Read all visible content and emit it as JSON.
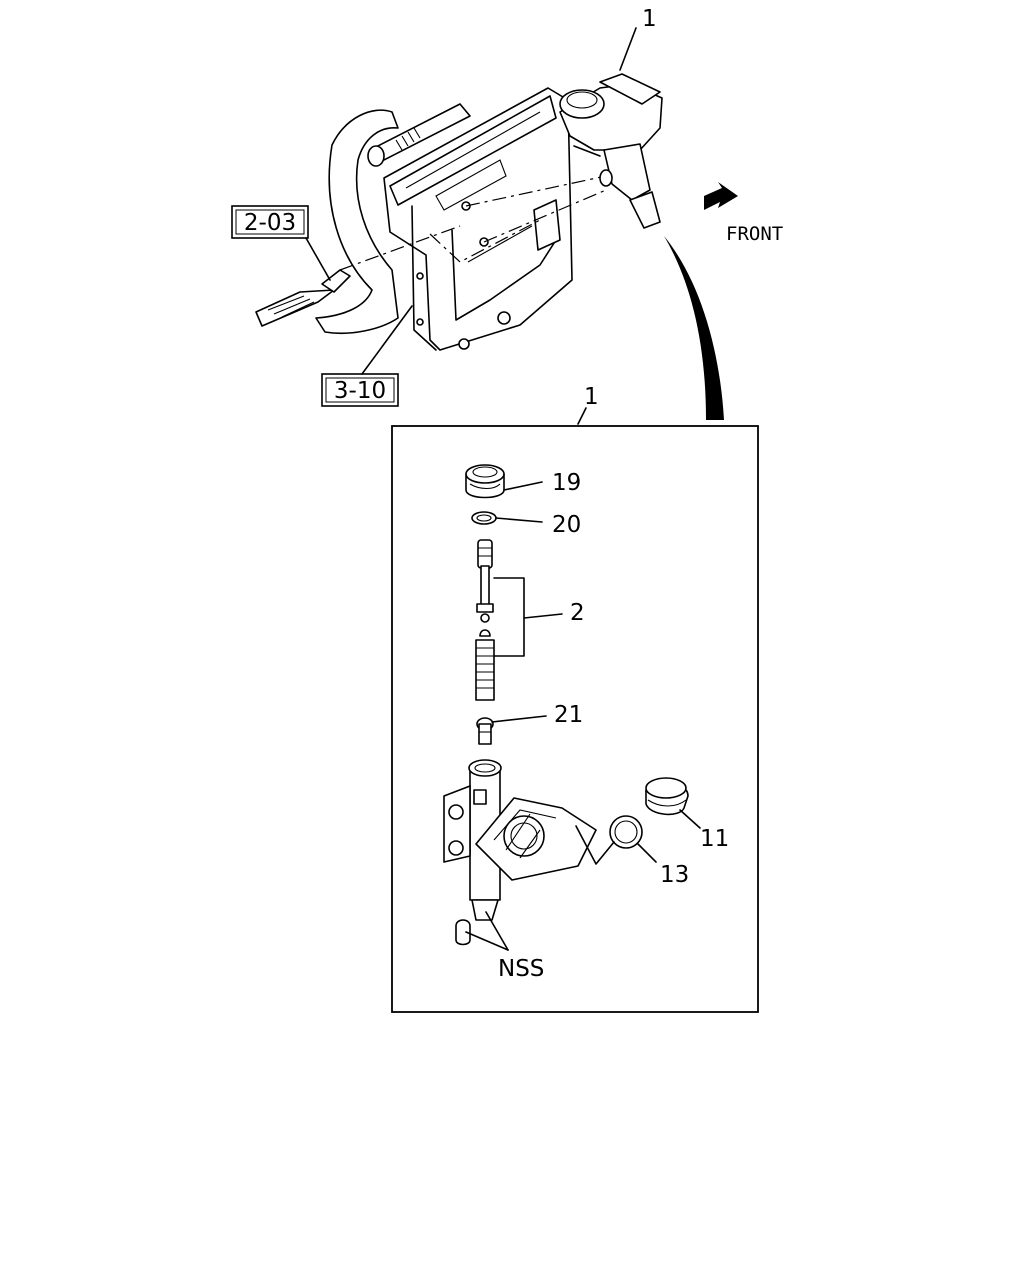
{
  "labels": {
    "assembly_top": "1",
    "ref_pedal": "2-03",
    "ref_bracket": "3-10",
    "front": "FRONT",
    "assembly_box": "1",
    "part_19": "19",
    "part_20": "20",
    "part_2": "2",
    "part_21": "21",
    "part_11": "11",
    "part_13": "13",
    "nss": "NSS"
  }
}
